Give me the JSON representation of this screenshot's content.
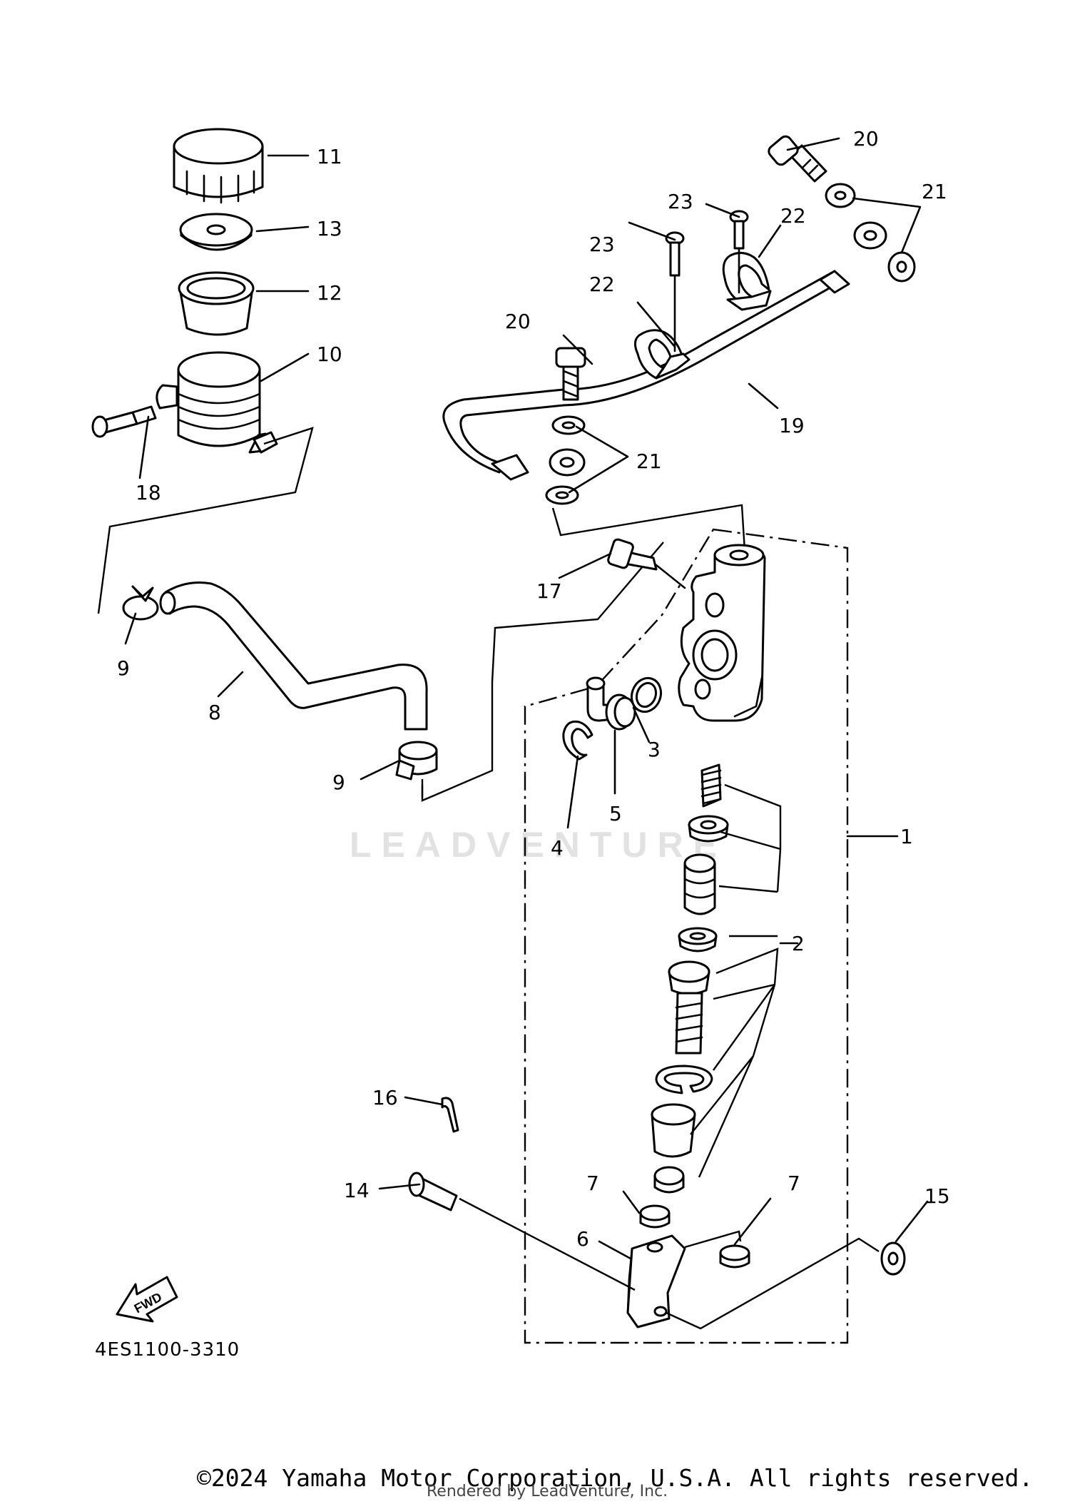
{
  "callouts": [
    "1",
    "2",
    "3",
    "4",
    "5",
    "6",
    "7",
    "7",
    "8",
    "9",
    "9",
    "10",
    "11",
    "12",
    "13",
    "14",
    "15",
    "16",
    "17",
    "18",
    "19",
    "20",
    "20",
    "21",
    "21",
    "22",
    "22",
    "23",
    "23"
  ],
  "fwd_label": "FWD",
  "diagram_code": "4ES1100-3310",
  "watermark": "LEADVENTURE",
  "copyright": "©2024 Yamaha Motor Corporation, U.S.A. All rights reserved.",
  "rendered_by": "Rendered by LeadVenture, Inc."
}
